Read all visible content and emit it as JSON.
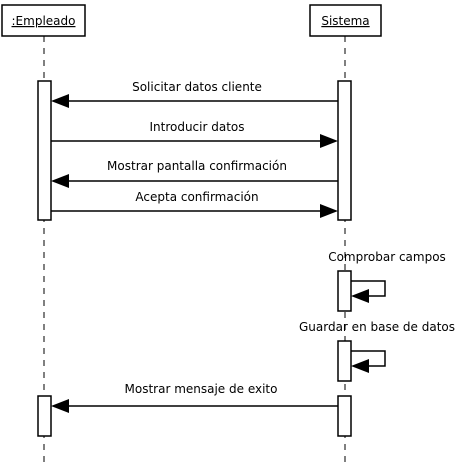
{
  "participants": {
    "empleado": ":Empleado",
    "sistema": "Sistema"
  },
  "messages": [
    "Solicitar datos cliente",
    "Introducir datos",
    "Mostrar pantalla confirmación",
    "Acepta confirmación",
    "Comprobar campos",
    "Guardar en base de datos",
    "Mostrar mensaje de exito"
  ]
}
